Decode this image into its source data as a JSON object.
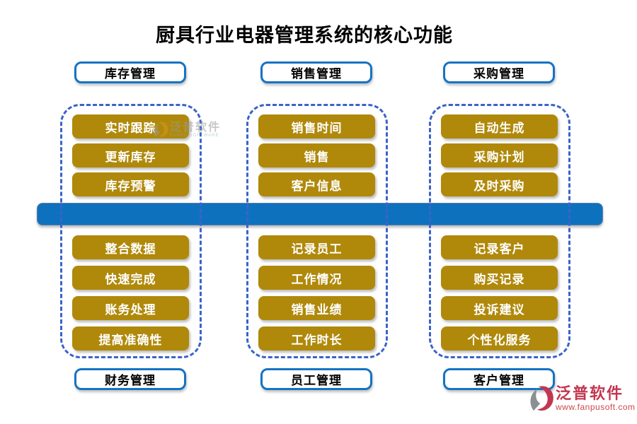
{
  "title": "厨具行业电器管理系统的核心功能",
  "columns": [
    {
      "top_label": "库存管理",
      "bottom_label": "财务管理",
      "top_items": [
        "实时跟踪",
        "更新库存",
        "库存预警"
      ],
      "bottom_items": [
        "整合数据",
        "快速完成",
        "账务处理",
        "提高准确性"
      ]
    },
    {
      "top_label": "销售管理",
      "bottom_label": "员工管理",
      "top_items": [
        "销售时间",
        "销售",
        "客户信息"
      ],
      "bottom_items": [
        "记录员工",
        "工作情况",
        "销售业绩",
        "工作时长"
      ]
    },
    {
      "top_label": "采购管理",
      "bottom_label": "客户管理",
      "top_items": [
        "自动生成",
        "采购计划",
        "及时采购"
      ],
      "bottom_items": [
        "记录客户",
        "购买记录",
        "投诉建议",
        "个性化服务"
      ]
    }
  ],
  "watermark": {
    "text": "泛普软件",
    "subtext": "FANPU SOFTWARE"
  },
  "brand": {
    "name": "泛普软件",
    "url": "www.fanpusoft.com"
  },
  "colors": {
    "button_gold": "#b0890b",
    "bar_blue": "#0e71bd",
    "dashed_border_blue": "#3b63c8",
    "label_border_blue": "#1573c4",
    "title_black": "#000000",
    "brand_red": "#c23750"
  }
}
